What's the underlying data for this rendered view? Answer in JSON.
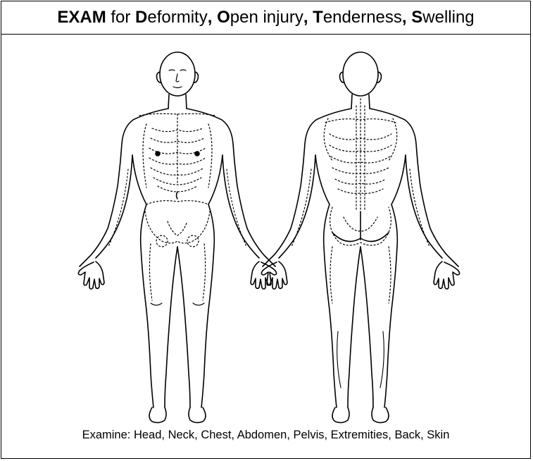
{
  "title": {
    "w1_bold": "EXAM",
    "w1_rest": " for ",
    "w2_initial": "D",
    "w2_rest": "eformity",
    "sep1": ", ",
    "w3_initial": "O",
    "w3_rest": "pen injury",
    "sep2": ", ",
    "w4_initial": "T",
    "w4_rest": "enderness",
    "sep3": ", ",
    "w5_initial": "S",
    "w5_rest": "welling"
  },
  "footer_text": "Examine: Head, Neck, Chest, Abdomen, Pelvis, Extremities, Back, Skin",
  "figures": [
    {
      "name": "front-body",
      "view": "front"
    },
    {
      "name": "back-body",
      "view": "back"
    }
  ]
}
